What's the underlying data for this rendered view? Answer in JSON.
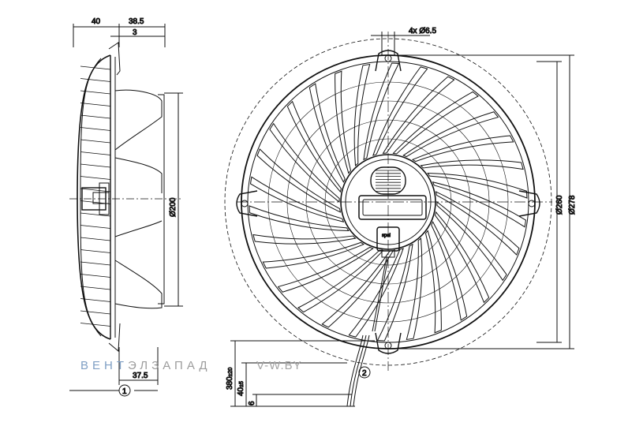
{
  "side_view": {
    "dim_depth_a": "40",
    "dim_depth_b": "38.5",
    "dim_small": "3",
    "dim_diameter": "Ø200",
    "dim_bottom": "37.5",
    "callout": "1"
  },
  "front_view": {
    "dim_holes": "4x Ø6.5",
    "dim_d260": "Ø260",
    "dim_d278": "Ø278",
    "callout": "2",
    "logo_text": "spal"
  },
  "cable": {
    "dim_length": "380",
    "dim_length_tol": "±20",
    "dim_strip": "40",
    "dim_strip_tol": "±5",
    "dim_end": "6"
  },
  "watermark": {
    "brand_part1": "ВЕНТ",
    "brand_part2": "ЭЛ",
    "brand_part3": "ЗАПАД",
    "site": "V-W.BY",
    "brand_color": "#7f9fc4",
    "brand_color2": "#9c9c9c",
    "site_color": "#a4a4a4"
  }
}
